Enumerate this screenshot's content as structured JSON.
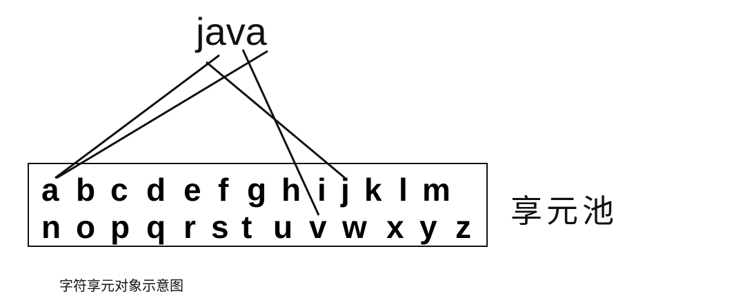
{
  "word": "java",
  "row1": [
    "a",
    "b",
    "c",
    "d",
    "e",
    "f",
    "g",
    "h",
    "i",
    "j",
    "k",
    "l",
    "m"
  ],
  "row2": [
    "n",
    "o",
    "p",
    "q",
    "r",
    "s",
    "t",
    "u",
    "v",
    "w",
    "x",
    "y",
    "z"
  ],
  "pool_label": "享元池",
  "caption": "字符享元对象示意图",
  "connections": [
    {
      "from": "j",
      "to": "j"
    },
    {
      "from": "a",
      "to": "a"
    },
    {
      "from": "v",
      "to": "v"
    },
    {
      "from": "a",
      "to": "a"
    }
  ]
}
